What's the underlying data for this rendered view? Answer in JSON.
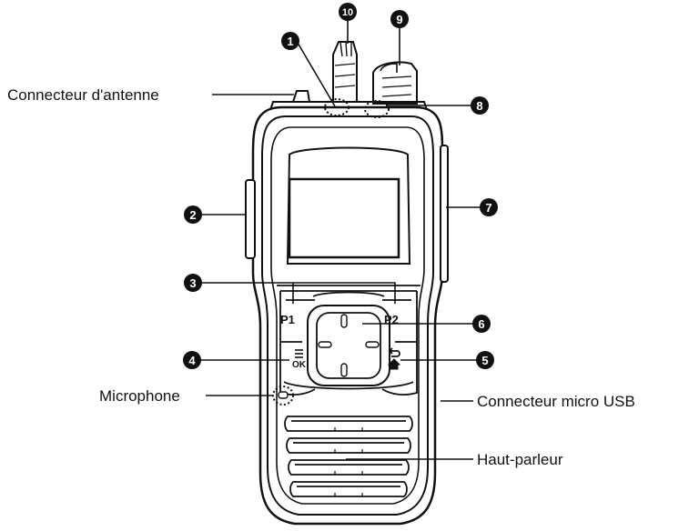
{
  "labels": {
    "antenna_connector": "Connecteur d'antenne",
    "microphone": "Microphone",
    "usb_connector": "Connecteur micro USB",
    "speaker": "Haut-parleur"
  },
  "keys": {
    "p1": "P1",
    "p2": "P2",
    "ok": "OK"
  },
  "callouts": [
    "1",
    "2",
    "3",
    "4",
    "5",
    "6",
    "7",
    "8",
    "9",
    "10"
  ],
  "colors": {
    "ink": "#111111",
    "paper": "#ffffff"
  }
}
